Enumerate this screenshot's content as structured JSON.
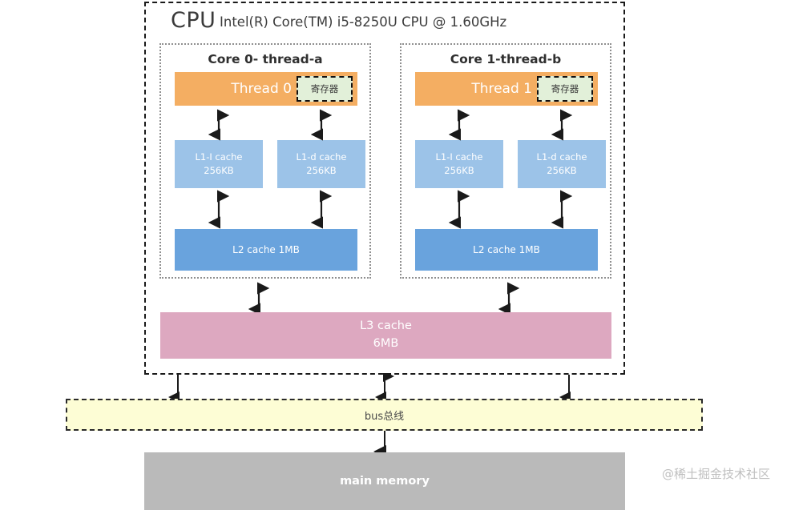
{
  "diagram": {
    "cpu": {
      "title": "CPU",
      "model": "Intel(R) Core(TM) i5-8250U CPU @ 1.60GHz"
    },
    "cores": [
      {
        "title": "Core 0- thread-a",
        "thread_label": "Thread 0",
        "register_label": "寄存器",
        "l1_instruction": {
          "name": "L1-I cache",
          "size": "256KB"
        },
        "l1_data": {
          "name": "L1-d cache",
          "size": "256KB"
        },
        "l2": "L2 cache 1MB"
      },
      {
        "title": "Core 1-thread-b",
        "thread_label": "Thread 1",
        "register_label": "寄存器",
        "l1_instruction": {
          "name": "L1-I cache",
          "size": "256KB"
        },
        "l1_data": {
          "name": "L1-d cache",
          "size": "256KB"
        },
        "l2": "L2 cache 1MB"
      }
    ],
    "l3": {
      "name": "L3 cache",
      "size": "6MB"
    },
    "bus": {
      "label": "bus总线"
    },
    "memory": {
      "label": "main memory"
    },
    "watermark": "@稀土掘金技术社区",
    "colors": {
      "thread": "#F4AE62",
      "register": "#E2F0D9",
      "l1_cache": "#9CC3E8",
      "l2_cache": "#69A3DD",
      "l3_cache": "#DDA8C0",
      "bus": "#FDFDD5",
      "memory": "#BABABA",
      "outline": "#1a1a1a"
    }
  }
}
